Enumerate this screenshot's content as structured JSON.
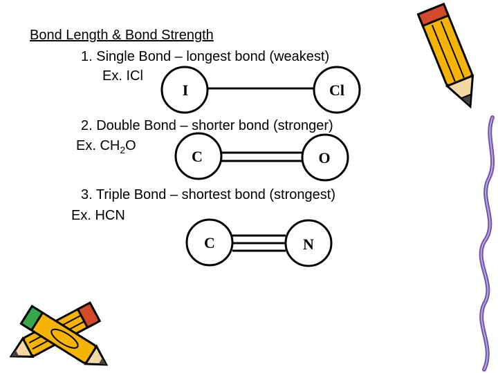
{
  "heading": "Bond Length & Bond Strength",
  "items": [
    {
      "line": "1.  Single Bond – longest bond (weakest)",
      "example_prefix": "Ex. ",
      "example": "ICl",
      "atoms": [
        "I",
        "Cl"
      ],
      "bond_order": 1
    },
    {
      "line": "2.  Double Bond – shorter bond (stronger)",
      "example_prefix": "Ex.  ",
      "example_pre": "CH",
      "example_sub": "2",
      "example_post": "O",
      "atoms": [
        "C",
        "O"
      ],
      "bond_order": 2
    },
    {
      "line": "3. Triple Bond – shortest bond (strongest)",
      "example_prefix": "Ex.  ",
      "example": "HCN",
      "atoms": [
        "C",
        "N"
      ],
      "bond_order": 3
    }
  ]
}
